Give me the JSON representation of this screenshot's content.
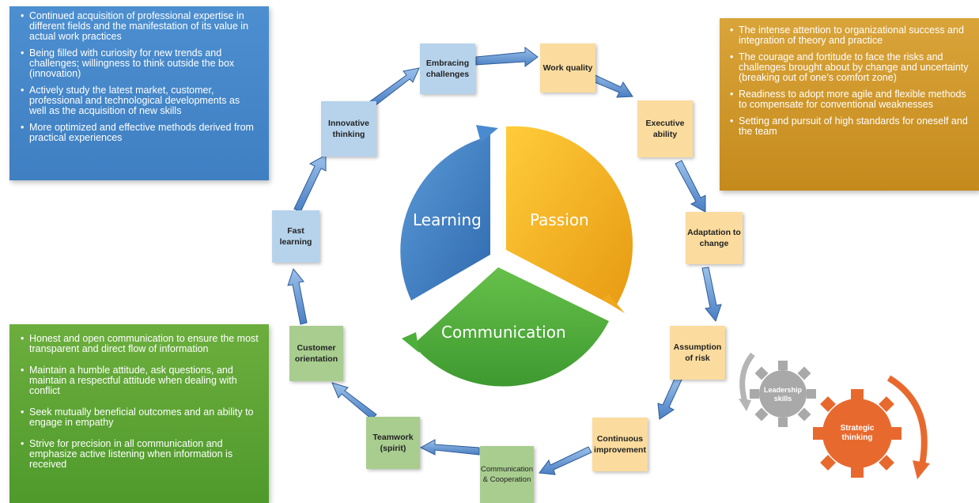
{
  "panels": {
    "learning": [
      "Continued acquisition of professional expertise in different fields and the manifestation of its value in actual work practices",
      "Being filled with curiosity for new trends and challenges; willingness to think outside the box (innovation)",
      "Actively study the latest market, customer, professional and technological developments as well as the acquisition of new skills",
      "More optimized and effective methods derived from practical experiences"
    ],
    "passion": [
      "The intense attention to organizational success and integration of theory and practice",
      "The courage and fortitude to face the risks and challenges brought about by change and uncertainty (breaking out of one’s comfort zone)",
      "Readiness to adopt more agile and flexible methods to compensate for conventional weaknesses",
      "Setting and pursuit of high standards for oneself and the team"
    ],
    "communication": [
      "Honest and open communication to ensure the most transparent and direct flow of information",
      "Maintain a humble attitude, ask questions, and maintain a respectful attitude when dealing with conflict",
      "Seek mutually beneficial outcomes and an ability to engage in empathy",
      "Strive for precision in all communication and emphasize active listening when information is received"
    ]
  },
  "center": {
    "learning": "Learning",
    "passion": "Passion",
    "communication": "Communication"
  },
  "boxes": {
    "embracing": "Embracing challenges",
    "work_quality": "Work quality",
    "executive": "Executive ability",
    "adaptation": "Adaptation to change",
    "risk": "Assumption of risk",
    "improvement": "Continuous improvement",
    "cooperation": "Communication & Cooperation",
    "teamwork": "Teamwork (spirit)",
    "customer": "Customer orientation",
    "fast": "Fast learning",
    "innovative": "Innovative thinking"
  },
  "gears": {
    "leadership": "Leadership skills",
    "strategic": "Strategic thinking"
  },
  "colors": {
    "learning": "#3f7fc2",
    "passion": "#e7a91c",
    "communication": "#4caf3c",
    "arrow": "#5b8fd0",
    "gear_gray": "#a9a9a9",
    "gear_orange": "#e8692e"
  }
}
